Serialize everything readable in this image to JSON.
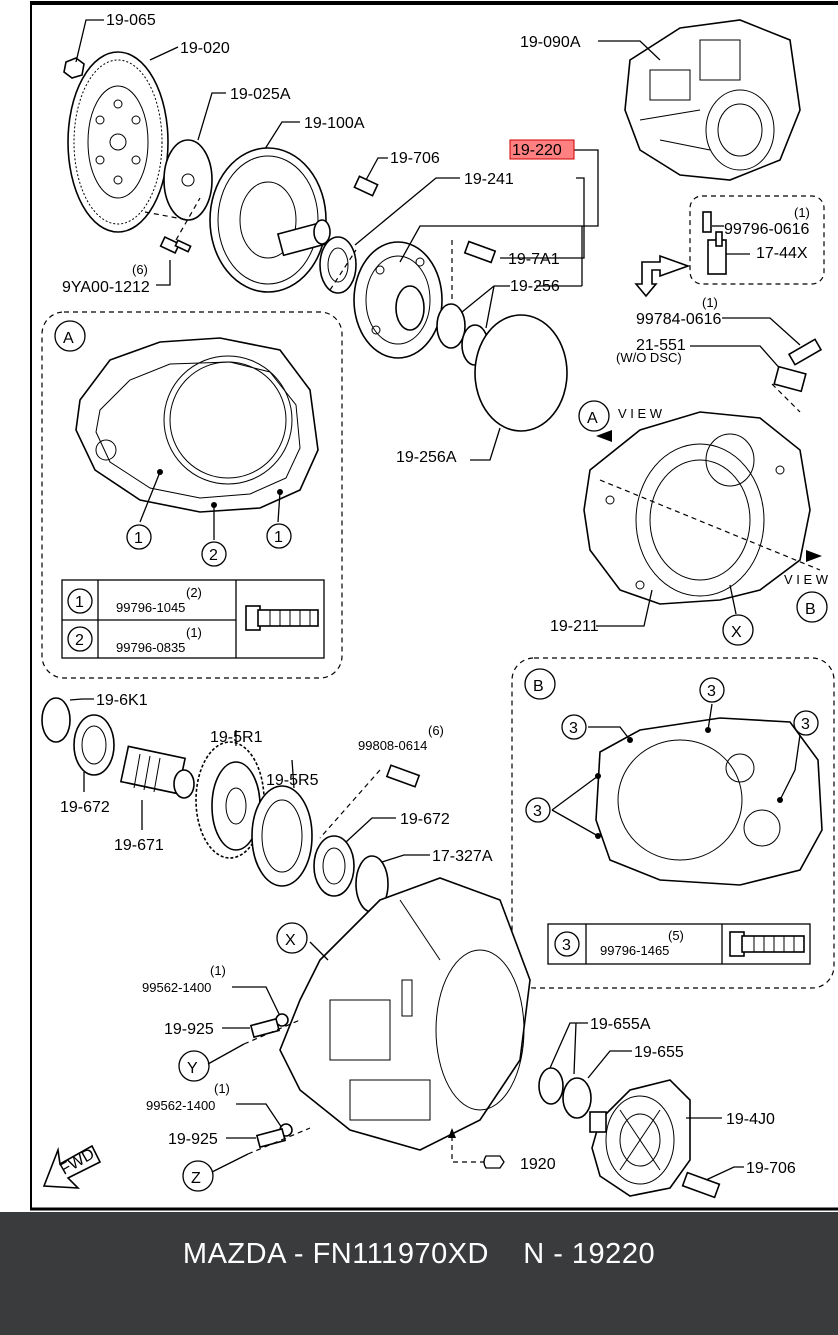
{
  "diagram": {
    "labels": {
      "p19_065": "19-065",
      "p19_020": "19-020",
      "p19_025a": "19-025A",
      "p19_100a": "19-100A",
      "p19_706_top": "19-706",
      "p19_090a": "19-090A",
      "p19_220": "19-220",
      "p19_241": "19-241",
      "p19_7a1": "19-7A1",
      "p19_256": "19-256",
      "p19_256a": "19-256A",
      "p9ya00": "9YA00-1212",
      "p9ya00_qty": "(6)",
      "p99796_0616": "99796-0616",
      "p99796_0616_qty": "(1)",
      "p17_44x": "17-44X",
      "p99784_0616": "99784-0616",
      "p99784_0616_qty": "(1)",
      "p21_551": "21-551",
      "p21_551_note": "(W/O DSC)",
      "p19_211": "19-211",
      "p19_6k1": "19-6K1",
      "p19_672_left": "19-672",
      "p19_671": "19-671",
      "p19_5r1": "19-5R1",
      "p19_5r5": "19-5R5",
      "p99808_0614": "99808-0614",
      "p99808_0614_qty": "(6)",
      "p19_672_right": "19-672",
      "p17_327a": "17-327A",
      "p99562_1400_a": "99562-1400",
      "p99562_1400_a_qty": "(1)",
      "p19_925_a": "19-925",
      "p99562_1400_b": "99562-1400",
      "p99562_1400_b_qty": "(1)",
      "p19_925_b": "19-925",
      "p19_655a": "19-655A",
      "p19_655": "19-655",
      "p19_4j0": "19-4J0",
      "p19_706_bottom": "19-706",
      "p1920": "1920",
      "fwd": "FWD"
    },
    "callouts": {
      "A": "A",
      "B": "B",
      "X": "X",
      "Y": "Y",
      "Z": "Z",
      "one": "1",
      "two": "2",
      "three": "3"
    },
    "views": {
      "a_view": "V I E W",
      "b_view": "V I E W"
    },
    "table_a": {
      "row1_part": "99796-1045",
      "row1_qty": "(2)",
      "row2_part": "99796-0835",
      "row2_qty": "(1)"
    },
    "table_b": {
      "row1_part": "99796-1465",
      "row1_qty": "(5)"
    },
    "highlight_color": "#ff8080"
  },
  "footer": {
    "text": "MAZDA - FN111970XD    N - 19220",
    "background": "#3a3b3d"
  }
}
